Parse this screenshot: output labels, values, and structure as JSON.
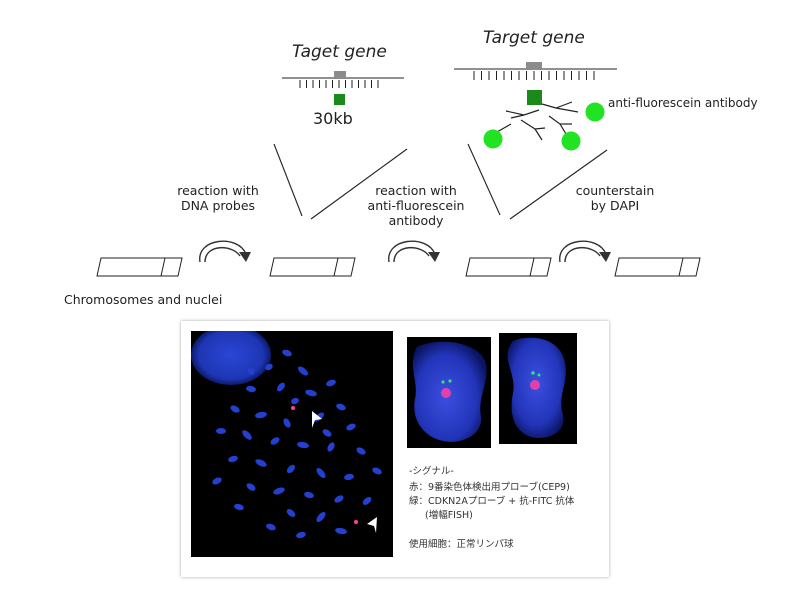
{
  "diagram": {
    "gene_title_small": "Taget gene",
    "gene_title_large": "Target gene",
    "probe_size": "30kb",
    "antibody_label": "anti-fluorescein antibody",
    "step1_label": [
      "reaction with",
      "DNA probes"
    ],
    "step2_label": [
      "reaction with",
      "anti-fluorescein",
      "antibody"
    ],
    "step3_label": [
      "counterstain",
      "by DAPI"
    ],
    "chromosome_label": "Chromosomes and nuclei",
    "colors": {
      "probe": "#1a8a1a",
      "fluorescein": "#22e322",
      "gene_marker": "#8c8c8c",
      "line": "#222222"
    }
  },
  "photo": {
    "legend_title": "-シグナル-",
    "legend_red": "赤：9番染色体検出用プローブ(CEP9)",
    "legend_green": "緑：CDKN2Aプローブ + 抗-FITC 抗体",
    "legend_green_sub": "(増幅FISH)",
    "legend_cells": "使用細胞：正常リンパ球",
    "colors": {
      "dapi": "#1e3cc8",
      "background": "#000000",
      "red_signal": "#ff3fa0",
      "green_signal": "#33e07a"
    }
  }
}
